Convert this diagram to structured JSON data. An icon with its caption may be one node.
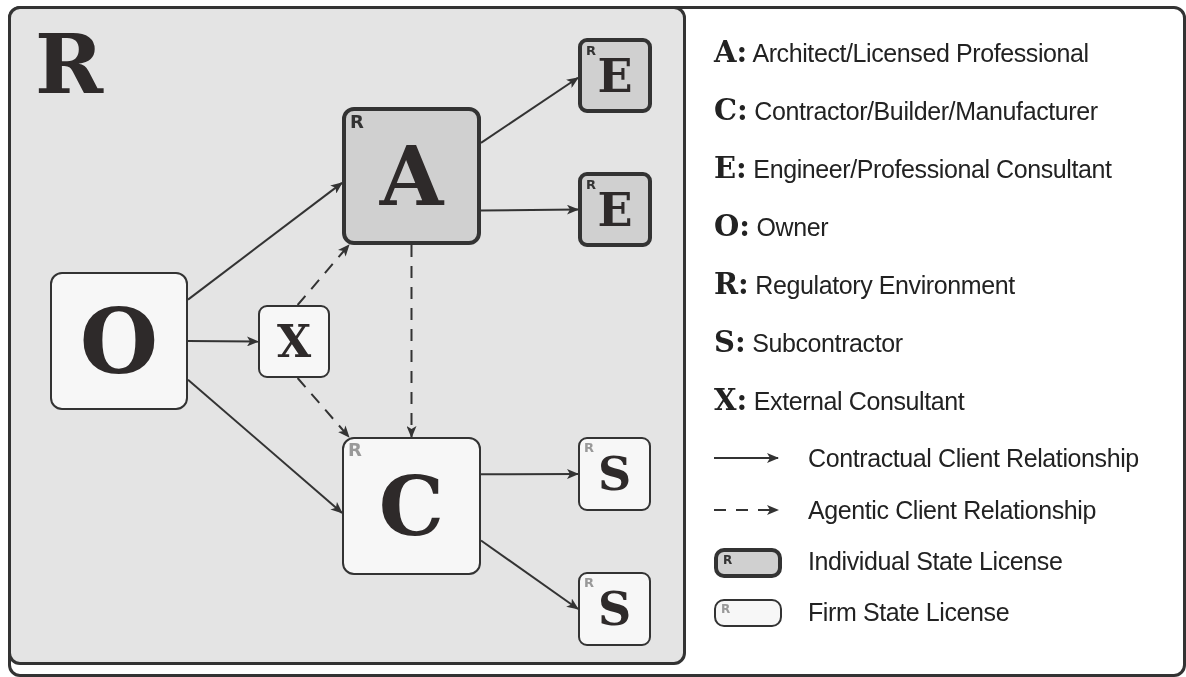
{
  "diagram": {
    "nodes": [
      {
        "text": [
          "R"
        ]
      },
      {
        "text": [
          "O"
        ],
        "in": 0
      },
      {
        "text": [
          "X"
        ],
        "in": 0
      },
      {
        "text": [
          "R",
          "A"
        ],
        "in": 0
      },
      {
        "text": [
          "R",
          "E"
        ],
        "in": 0
      },
      {
        "text": [
          "R",
          "E"
        ],
        "in": 0
      },
      {
        "text": [
          "R",
          "C"
        ],
        "in": 0
      },
      {
        "text": [
          "R",
          "S"
        ],
        "in": 0
      },
      {
        "text": [
          "R",
          "S"
        ],
        "in": 0
      }
    ],
    "edges": [
      {
        "from": 1,
        "to": 3,
        "arrow": "to"
      },
      {
        "from": 1,
        "to": 2,
        "arrow": "to"
      },
      {
        "from": 1,
        "to": 6,
        "arrow": "to"
      },
      {
        "from": 2,
        "to": 3,
        "arrow": "to",
        "style": "dashed"
      },
      {
        "from": 2,
        "to": 6,
        "arrow": "to",
        "style": "dashed"
      },
      {
        "from": 3,
        "to": 6,
        "arrow": "to",
        "style": "dashed"
      },
      {
        "from": 3,
        "to": 4,
        "arrow": "to"
      },
      {
        "from": 3,
        "to": 5,
        "arrow": "to"
      },
      {
        "from": 6,
        "to": 7,
        "arrow": "to"
      },
      {
        "from": 6,
        "to": 8,
        "arrow": "to"
      }
    ],
    "labels": [
      "**A:** Architect/Licensed Professional",
      "**C:** Contractor/Builder/Manufacturer",
      "**E:** Engineer/Professional Consultant",
      "**O:** Owner",
      "**R:** Regulatory Environment",
      "**S:** Subcontractor",
      "**X:** External Consultant",
      "R",
      "R"
    ],
    "legend": [
      {
        "text": "Contractual Client Relationship"
      },
      {
        "text": "Agentic Client Relationship"
      },
      {
        "text": "Individual State License",
        "color": "#d0d0d0"
      },
      {
        "text": "Firm State License",
        "color": "#f7f7f7"
      }
    ]
  }
}
